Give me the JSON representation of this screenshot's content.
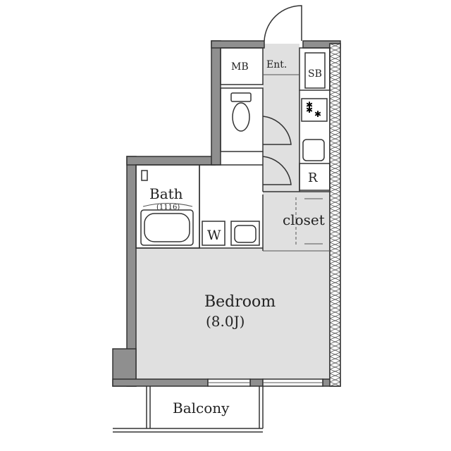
{
  "rooms": {
    "mb": "MB",
    "entrance": "Ent.",
    "sb": "SB",
    "bath": "Bath",
    "bath_size": "(1116)",
    "washer": "W",
    "fridge": "R",
    "closet": "closet",
    "bedroom": "Bedroom",
    "bedroom_size": "(8.0J)",
    "balcony": "Balcony"
  },
  "colors": {
    "wall": "#8f8f8f",
    "floor": "#e0e0e0",
    "line": "#333333"
  }
}
